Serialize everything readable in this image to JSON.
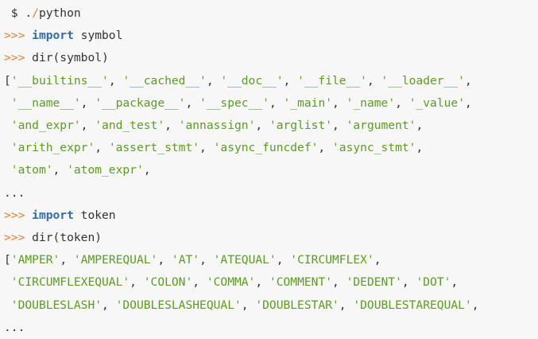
{
  "lines": [
    [
      {
        "t": " $ .",
        "k": "plain"
      },
      {
        "t": "/",
        "k": "op"
      },
      {
        "t": "python",
        "k": "plain"
      }
    ],
    [
      {
        "t": ">>> ",
        "k": "prompt"
      },
      {
        "t": "import",
        "k": "kw"
      },
      {
        "t": " symbol",
        "k": "plain"
      }
    ],
    [
      {
        "t": ">>> ",
        "k": "prompt"
      },
      {
        "t": "dir(symbol)",
        "k": "plain"
      }
    ],
    [
      {
        "t": "[",
        "k": "plain"
      },
      {
        "t": "'__builtins__'",
        "k": "str"
      },
      {
        "t": ", ",
        "k": "plain"
      },
      {
        "t": "'__cached__'",
        "k": "str"
      },
      {
        "t": ", ",
        "k": "plain"
      },
      {
        "t": "'__doc__'",
        "k": "str"
      },
      {
        "t": ", ",
        "k": "plain"
      },
      {
        "t": "'__file__'",
        "k": "str"
      },
      {
        "t": ", ",
        "k": "plain"
      },
      {
        "t": "'__loader__'",
        "k": "str"
      },
      {
        "t": ",",
        "k": "plain"
      }
    ],
    [
      {
        "t": " ",
        "k": "plain"
      },
      {
        "t": "'__name__'",
        "k": "str"
      },
      {
        "t": ", ",
        "k": "plain"
      },
      {
        "t": "'__package__'",
        "k": "str"
      },
      {
        "t": ", ",
        "k": "plain"
      },
      {
        "t": "'__spec__'",
        "k": "str"
      },
      {
        "t": ", ",
        "k": "plain"
      },
      {
        "t": "'_main'",
        "k": "str"
      },
      {
        "t": ", ",
        "k": "plain"
      },
      {
        "t": "'_name'",
        "k": "str"
      },
      {
        "t": ", ",
        "k": "plain"
      },
      {
        "t": "'_value'",
        "k": "str"
      },
      {
        "t": ",",
        "k": "plain"
      }
    ],
    [
      {
        "t": " ",
        "k": "plain"
      },
      {
        "t": "'and_expr'",
        "k": "str"
      },
      {
        "t": ", ",
        "k": "plain"
      },
      {
        "t": "'and_test'",
        "k": "str"
      },
      {
        "t": ", ",
        "k": "plain"
      },
      {
        "t": "'annassign'",
        "k": "str"
      },
      {
        "t": ", ",
        "k": "plain"
      },
      {
        "t": "'arglist'",
        "k": "str"
      },
      {
        "t": ", ",
        "k": "plain"
      },
      {
        "t": "'argument'",
        "k": "str"
      },
      {
        "t": ",",
        "k": "plain"
      }
    ],
    [
      {
        "t": " ",
        "k": "plain"
      },
      {
        "t": "'arith_expr'",
        "k": "str"
      },
      {
        "t": ", ",
        "k": "plain"
      },
      {
        "t": "'assert_stmt'",
        "k": "str"
      },
      {
        "t": ", ",
        "k": "plain"
      },
      {
        "t": "'async_funcdef'",
        "k": "str"
      },
      {
        "t": ", ",
        "k": "plain"
      },
      {
        "t": "'async_stmt'",
        "k": "str"
      },
      {
        "t": ",",
        "k": "plain"
      }
    ],
    [
      {
        "t": " ",
        "k": "plain"
      },
      {
        "t": "'atom'",
        "k": "str"
      },
      {
        "t": ", ",
        "k": "plain"
      },
      {
        "t": "'atom_expr'",
        "k": "str"
      },
      {
        "t": ",",
        "k": "plain"
      }
    ],
    [
      {
        "t": "...",
        "k": "plain"
      }
    ],
    [
      {
        "t": ">>> ",
        "k": "prompt"
      },
      {
        "t": "import",
        "k": "kw"
      },
      {
        "t": " token",
        "k": "plain"
      }
    ],
    [
      {
        "t": ">>> ",
        "k": "prompt"
      },
      {
        "t": "dir(token)",
        "k": "plain"
      }
    ],
    [
      {
        "t": "[",
        "k": "plain"
      },
      {
        "t": "'AMPER'",
        "k": "str"
      },
      {
        "t": ", ",
        "k": "plain"
      },
      {
        "t": "'AMPEREQUAL'",
        "k": "str"
      },
      {
        "t": ", ",
        "k": "plain"
      },
      {
        "t": "'AT'",
        "k": "str"
      },
      {
        "t": ", ",
        "k": "plain"
      },
      {
        "t": "'ATEQUAL'",
        "k": "str"
      },
      {
        "t": ", ",
        "k": "plain"
      },
      {
        "t": "'CIRCUMFLEX'",
        "k": "str"
      },
      {
        "t": ",",
        "k": "plain"
      }
    ],
    [
      {
        "t": " ",
        "k": "plain"
      },
      {
        "t": "'CIRCUMFLEXEQUAL'",
        "k": "str"
      },
      {
        "t": ", ",
        "k": "plain"
      },
      {
        "t": "'COLON'",
        "k": "str"
      },
      {
        "t": ", ",
        "k": "plain"
      },
      {
        "t": "'COMMA'",
        "k": "str"
      },
      {
        "t": ", ",
        "k": "plain"
      },
      {
        "t": "'COMMENT'",
        "k": "str"
      },
      {
        "t": ", ",
        "k": "plain"
      },
      {
        "t": "'DEDENT'",
        "k": "str"
      },
      {
        "t": ", ",
        "k": "plain"
      },
      {
        "t": "'DOT'",
        "k": "str"
      },
      {
        "t": ",",
        "k": "plain"
      }
    ],
    [
      {
        "t": " ",
        "k": "plain"
      },
      {
        "t": "'DOUBLESLASH'",
        "k": "str"
      },
      {
        "t": ", ",
        "k": "plain"
      },
      {
        "t": "'DOUBLESLASHEQUAL'",
        "k": "str"
      },
      {
        "t": ", ",
        "k": "plain"
      },
      {
        "t": "'DOUBLESTAR'",
        "k": "str"
      },
      {
        "t": ", ",
        "k": "plain"
      },
      {
        "t": "'DOUBLESTAREQUAL'",
        "k": "str"
      },
      {
        "t": ",",
        "k": "plain"
      }
    ],
    [
      {
        "t": "...",
        "k": "plain"
      }
    ]
  ]
}
